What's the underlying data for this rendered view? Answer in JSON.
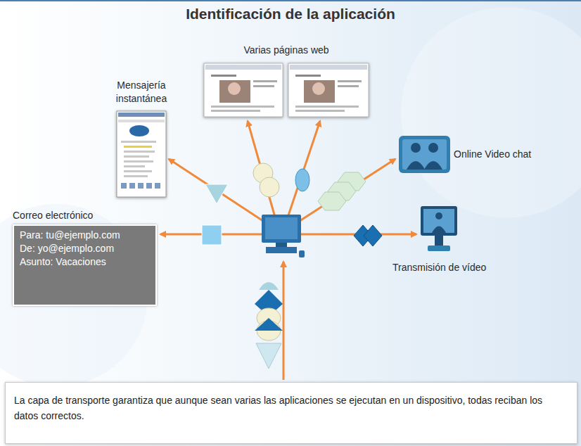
{
  "diagram": {
    "title": "Identificación de la aplicación",
    "nodes": [
      {
        "text": [
          "Varias páginas web"
        ]
      },
      {
        "text": [
          "Mensajería instantánea"
        ]
      },
      {
        "text": [
          "Online Video chat"
        ]
      },
      {
        "text": [
          "Correo electrónico",
          "Para: tu@ejemplo.com",
          "De: yo@ejemplo.com",
          "Asunto: Vacaciones"
        ]
      },
      {
        "text": [
          "Transmisión de vídeo"
        ]
      }
    ],
    "caption": "La capa de transporte garantiza que aunque sean varias las aplicaciones se ejecutan en un dispositivo, todas reciban los datos correctos."
  }
}
